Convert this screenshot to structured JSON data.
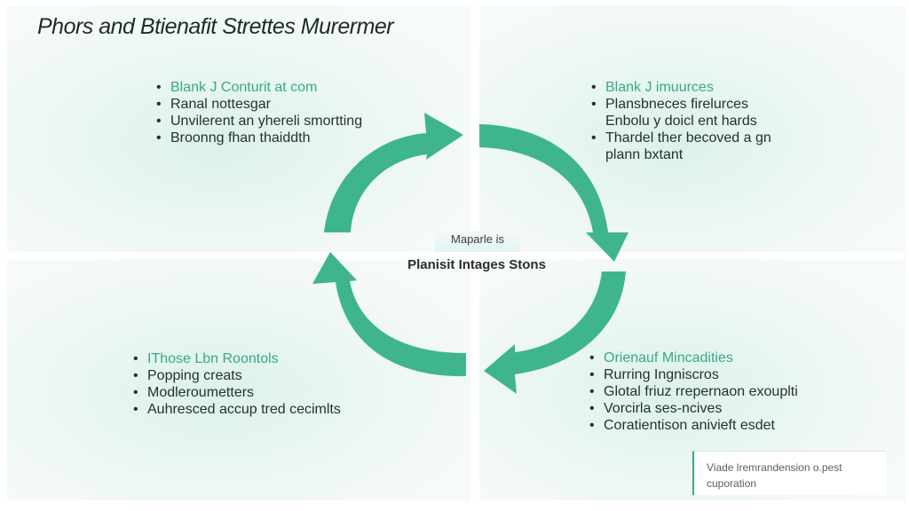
{
  "diagram": {
    "title": "Phors and Btienafit Strettes Murermer",
    "accent_color": "#3fb58f",
    "center": {
      "tag": "Maparle is",
      "title": "Planisit Intages Stons"
    },
    "quadrants": {
      "top_left": {
        "heading": "Blank J Conturit at com",
        "items": [
          "Ranal nottesgar",
          "Unvilerent an yhereli smortting",
          "Broonng fhan thaiddth"
        ]
      },
      "top_right": {
        "heading": "Blank J imuurces",
        "items": [
          "Plansbneces firelurces",
          "Enbolu y doicl ent hards",
          "Thardel ther becoved a gn",
          "plann bxtant"
        ]
      },
      "bottom_left": {
        "heading": "IThose Lbn Roontols",
        "items": [
          "Popping creats",
          "Modleroumetters",
          "Auhresced accup tred cecimlts"
        ]
      },
      "bottom_right": {
        "heading": "Orienauf Mincadities",
        "items": [
          "Rurring Ingniscros",
          "Glotal friuz rrepernaon exouplti",
          "Vorcirla ses-ncives",
          "Coratientison anivieft esdet"
        ]
      }
    },
    "note": "Viade lremrandension o.pest cuporation",
    "arrows": [
      {
        "name": "top-left-arrow",
        "direction": "right"
      },
      {
        "name": "top-right-arrow",
        "direction": "down"
      },
      {
        "name": "bottom-right-arrow",
        "direction": "left"
      },
      {
        "name": "bottom-left-arrow",
        "direction": "up"
      }
    ]
  }
}
